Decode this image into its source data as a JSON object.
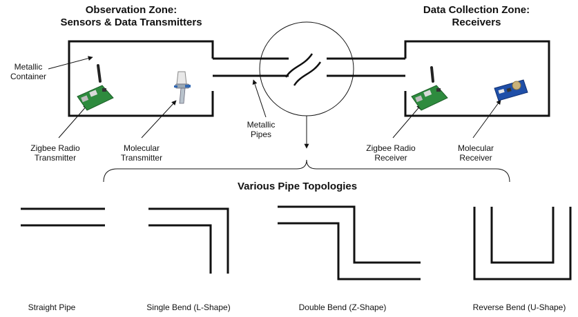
{
  "zones": {
    "observation": {
      "line1": "Observation Zone:",
      "line2": "Sensors & Data Transmitters"
    },
    "collection": {
      "line1": "Data Collection Zone:",
      "line2": "Receivers"
    }
  },
  "labels": {
    "container": {
      "line1": "Metallic",
      "line2": "Container"
    },
    "pipes": {
      "line1": "Metallic",
      "line2": "Pipes"
    },
    "zigbee_tx": {
      "line1": "Zigbee Radio",
      "line2": "Transmitter"
    },
    "molecular_tx": {
      "line1": "Molecular",
      "line2": "Transmitter"
    },
    "zigbee_rx": {
      "line1": "Zigbee Radio",
      "line2": "Receiver"
    },
    "molecular_rx": {
      "line1": "Molecular",
      "line2": "Receiver"
    }
  },
  "topologies": {
    "title": "Various Pipe Topologies",
    "items": [
      {
        "label": "Straight Pipe"
      },
      {
        "label": "Single Bend (L-Shape)"
      },
      {
        "label": "Double Bend (Z-Shape)"
      },
      {
        "label": "Reverse Bend (U-Shape)"
      }
    ]
  }
}
